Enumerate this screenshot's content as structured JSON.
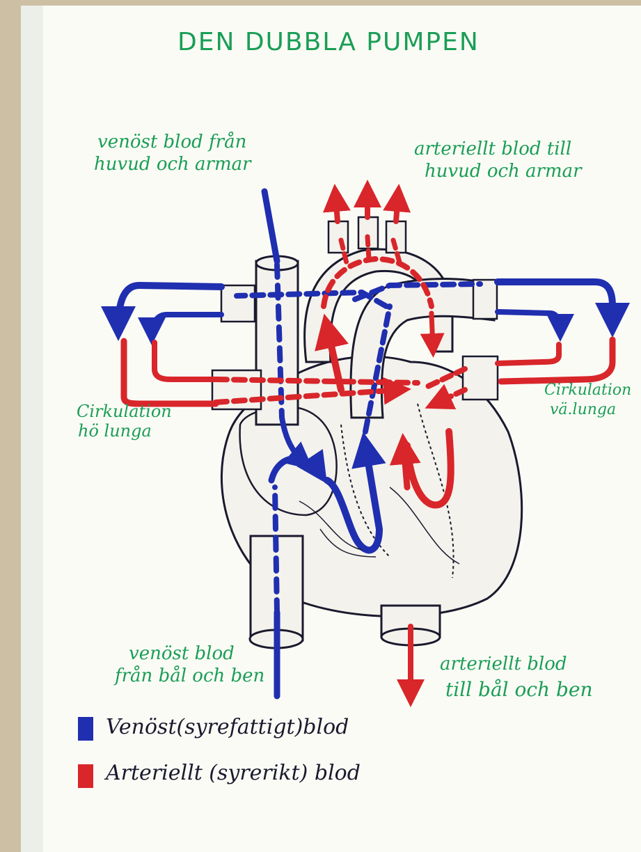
{
  "title": "DEN DUBBLA PUMPEN",
  "labels": {
    "venous_head": [
      "venöst blod från",
      "huvud och armar"
    ],
    "arterial_head": [
      "arteriellt blod till",
      "huvud och armar"
    ],
    "right_lung": [
      "Cirkulation",
      "hö lunga"
    ],
    "left_lung": [
      "Cirkulation",
      "vä.lunga"
    ],
    "venous_body": [
      "venöst blod",
      "från bål och ben"
    ],
    "arterial_body": [
      "arteriellt blod",
      "till bål och ben"
    ]
  },
  "legend": [
    {
      "label": "Venöst(syrefattigt)blod",
      "color": "#1f2fb0"
    },
    {
      "label": "Arteriellt (syrerikt) blod",
      "color": "#d8262a"
    }
  ],
  "colors": {
    "venous": "#1f2fb0",
    "arterial": "#d8262a",
    "label_ink": "#1a9e55",
    "outline": "#1a1a2e",
    "paper": "#fbfbf6"
  }
}
